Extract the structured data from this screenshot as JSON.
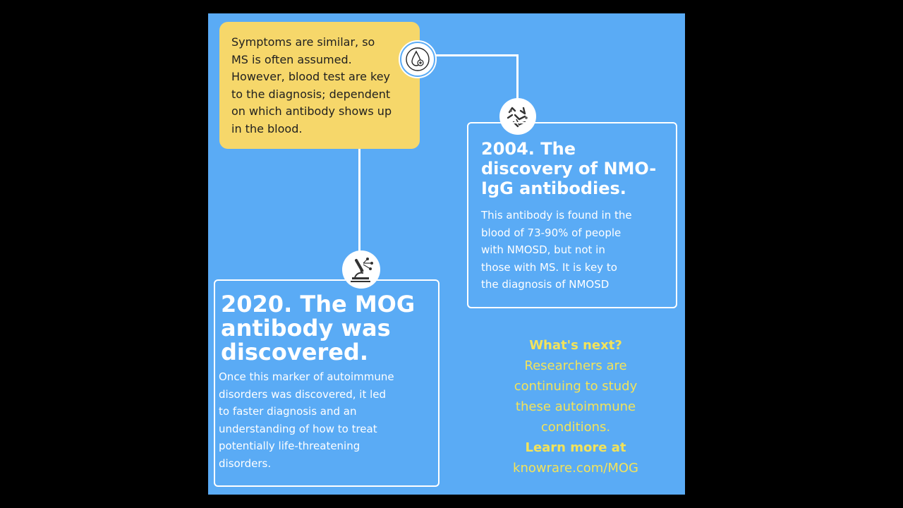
{
  "colors": {
    "background": "#000000",
    "panel": "#5aabf5",
    "note_box": "#f6d76a",
    "card_border": "#ffffff",
    "accent_text": "#f3e35a"
  },
  "note": {
    "text": "Symptoms are  similar,  so\nMS is often assumed.\nHowever, blood test are key\nto the diagnosis; dependent\non which antibody shows up\nin the blood.",
    "icon": "blood-drop-icon"
  },
  "card_2004": {
    "title": "2004. The\ndiscovery of NMO-\nIgG antibodies.",
    "body": "This antibody is found in the\nblood of 73-90% of people\nwith NMOSD, but not in\nthose with MS. It is key to\nthe diagnosis of NMOSD",
    "icon": "antibody-icon"
  },
  "card_2020": {
    "title": "2020. The MOG\nantibody was\ndiscovered.",
    "body": "Once this marker  of autoimmune\ndisorders was discovered, it led\nto faster diagnosis and an\nunderstanding of how to  treat\npotentially life-threatening\ndisorders.",
    "icon": "microscope-icon"
  },
  "next": {
    "heading": "What's next?",
    "body": "Researchers are\ncontinuing to study\nthese autoimmune\nconditions.",
    "learn_more": "Learn more at",
    "link": "knowrare.com/MOG"
  }
}
